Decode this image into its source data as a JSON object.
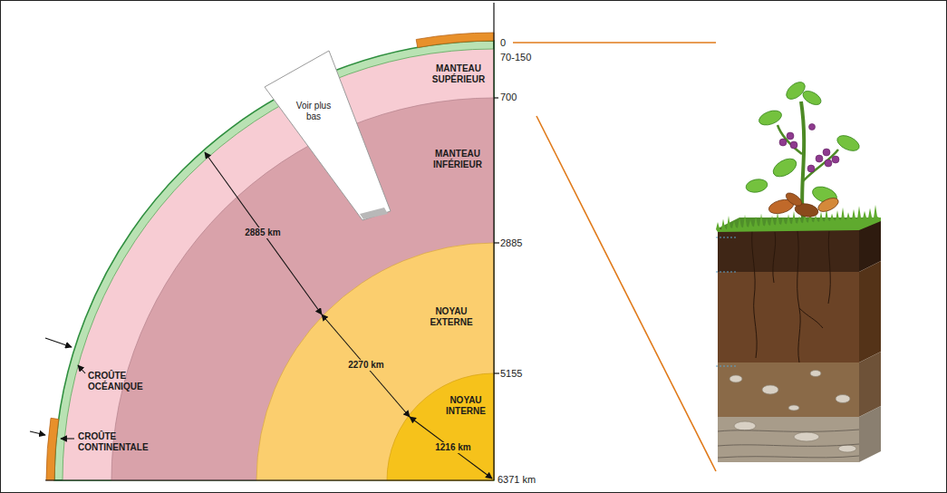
{
  "diagram": {
    "labels": [
      "0",
      "70-150",
      "MANTEAU SUPÉRIEUR",
      "700",
      "Voir plus bas",
      "MANTEAU INFÉRIEUR",
      "2885 km",
      "2885",
      "CROÛTE OCÉANIQUE",
      "NOYAU EXTERNE",
      "2270 km",
      "5155",
      "CROÛTE CONTINENTALE",
      "NOYAU INTERNE",
      "1216 km",
      "6371 km"
    ]
  }
}
